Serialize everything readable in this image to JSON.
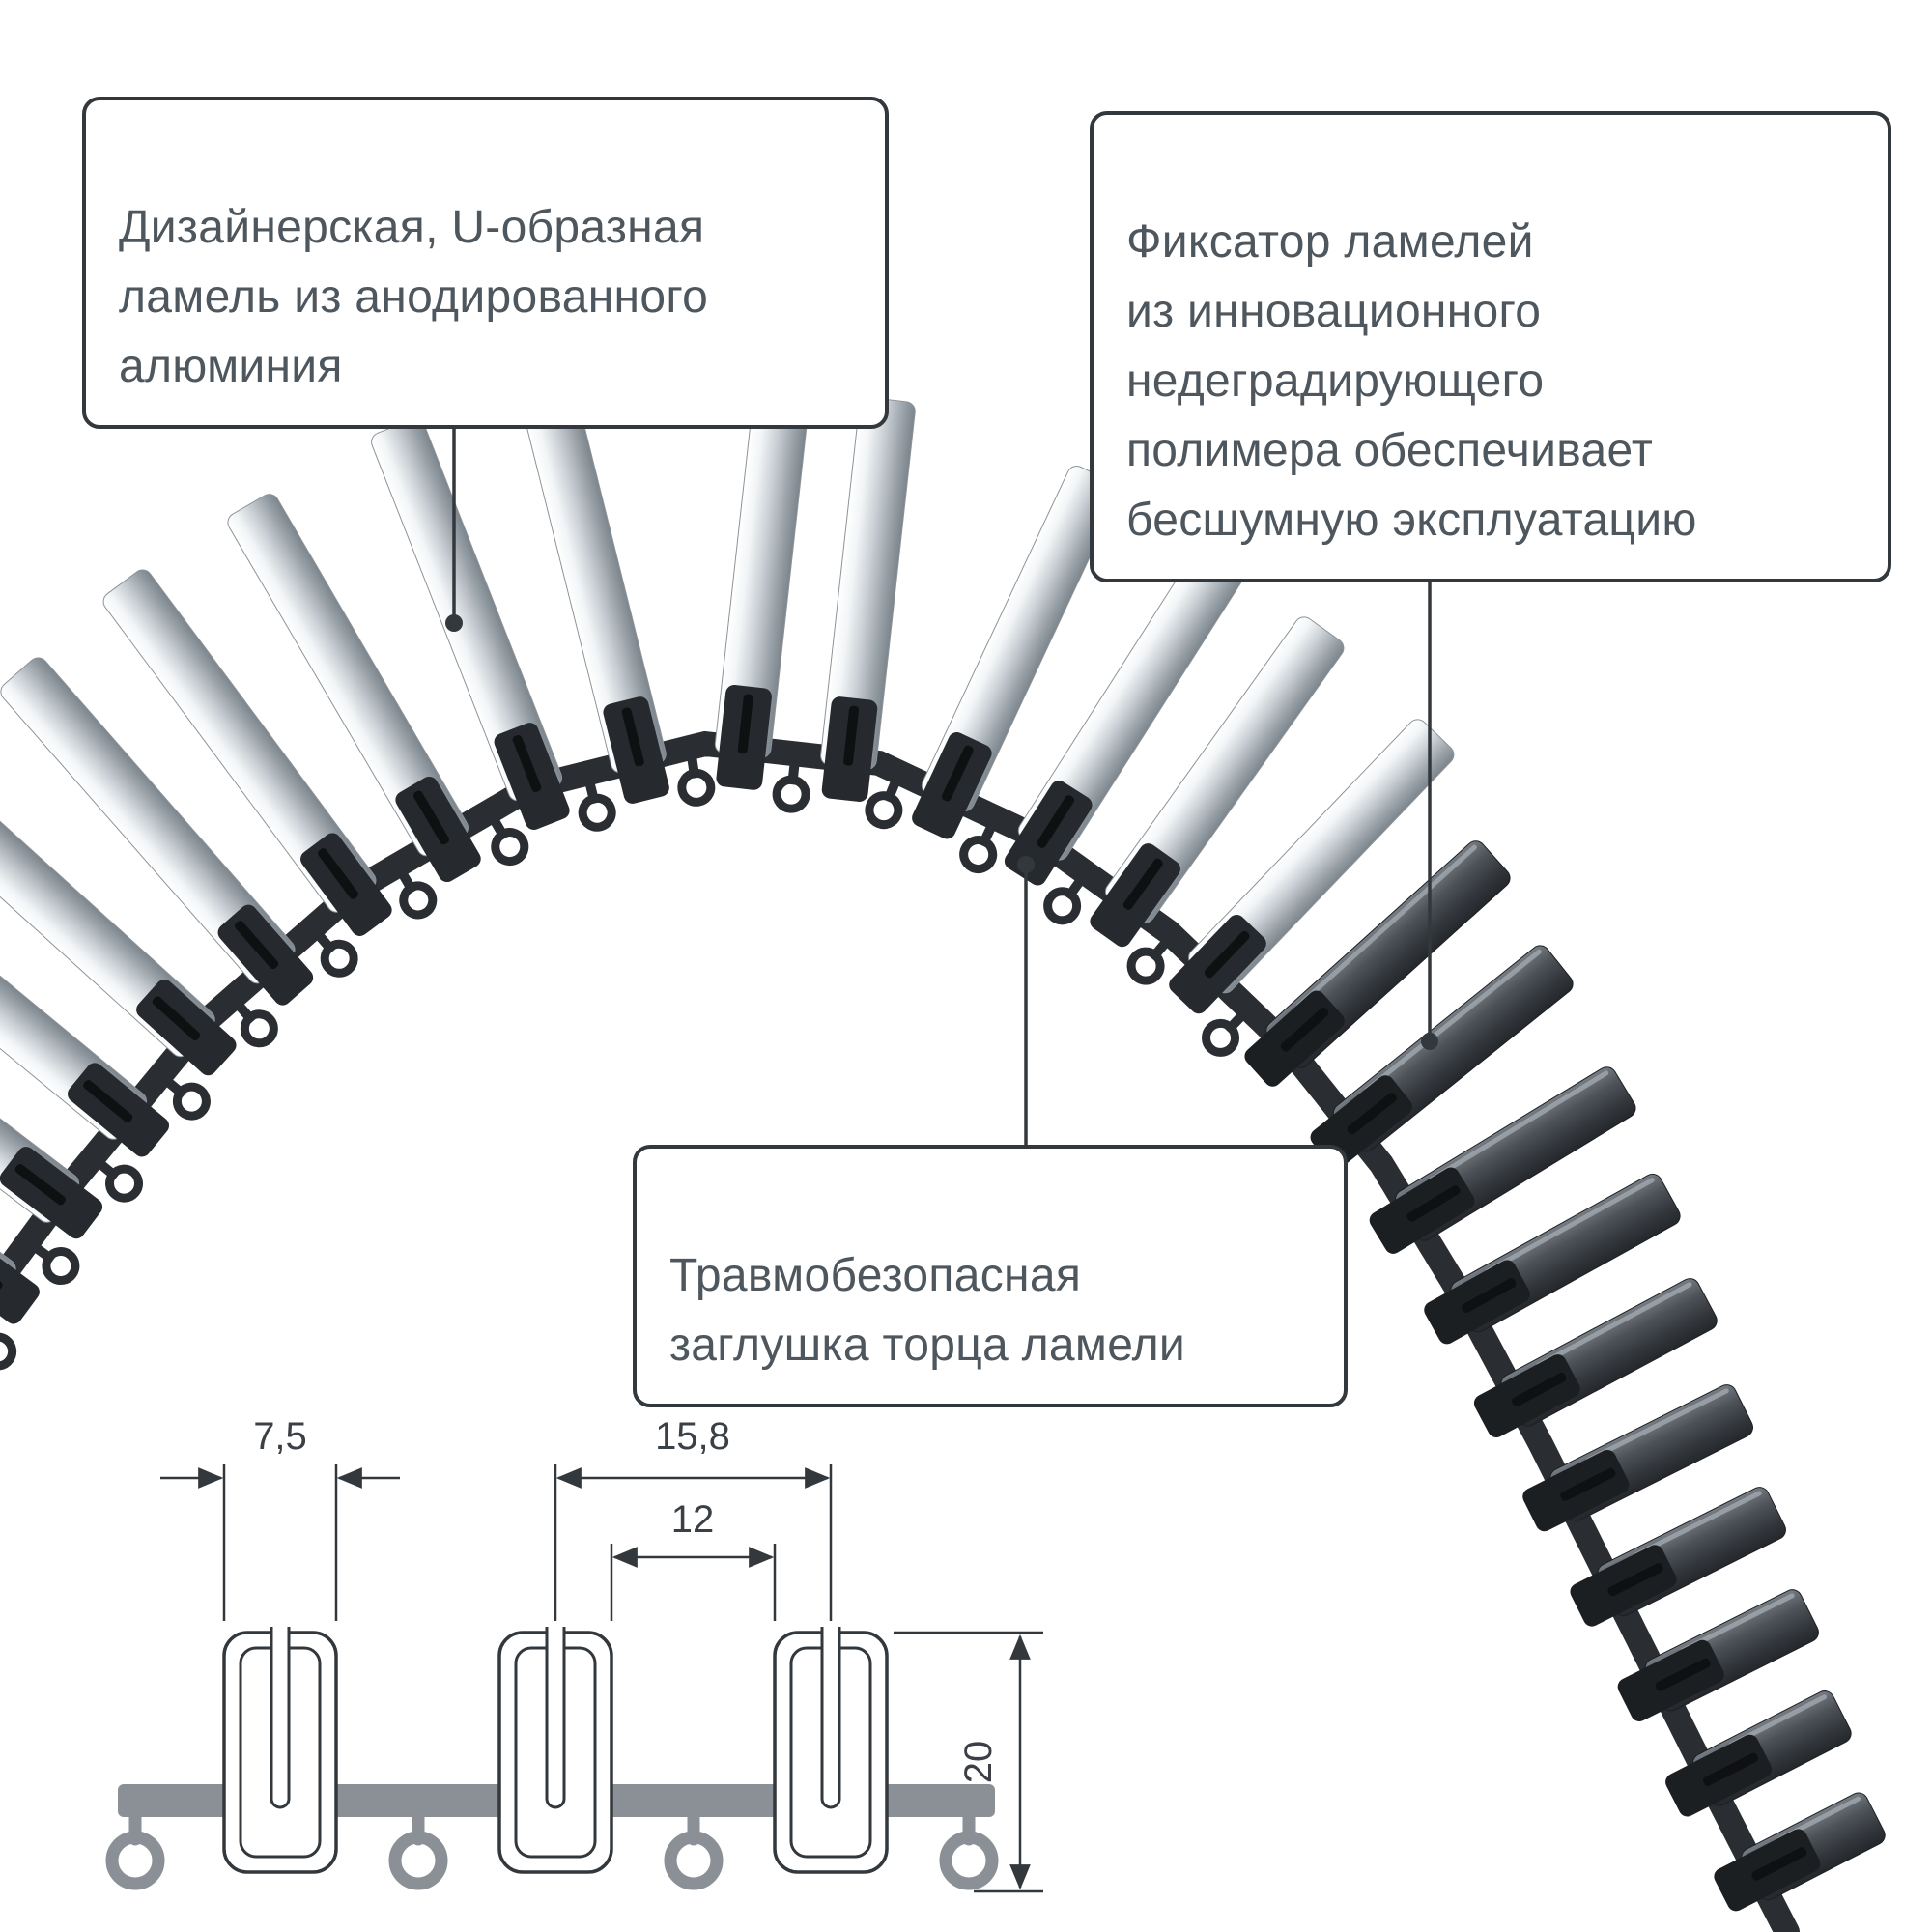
{
  "callouts": {
    "lamella": "Дизайнерская, U-образная\nламель из анодированного\nалюминия",
    "fixator": "Фиксатор ламелей\nиз инновационного\nнедеградирующего\nполимера обеспечивает\nбесшумную эксплуатацию",
    "endcap": "Травмобезопасная\nзаглушка торца ламели"
  },
  "dimensions": {
    "profile_width": "7,5",
    "pitch": "15,8",
    "gap": "12",
    "height": "20"
  },
  "colors": {
    "outline": "#33383c",
    "text": "#4e565e",
    "polymer": "#2a2d31",
    "metal_light": "#ffffff",
    "metal_mid": "#c9cfd4",
    "metal_dark": "#7c848c",
    "band_gray": "#8a9096"
  }
}
